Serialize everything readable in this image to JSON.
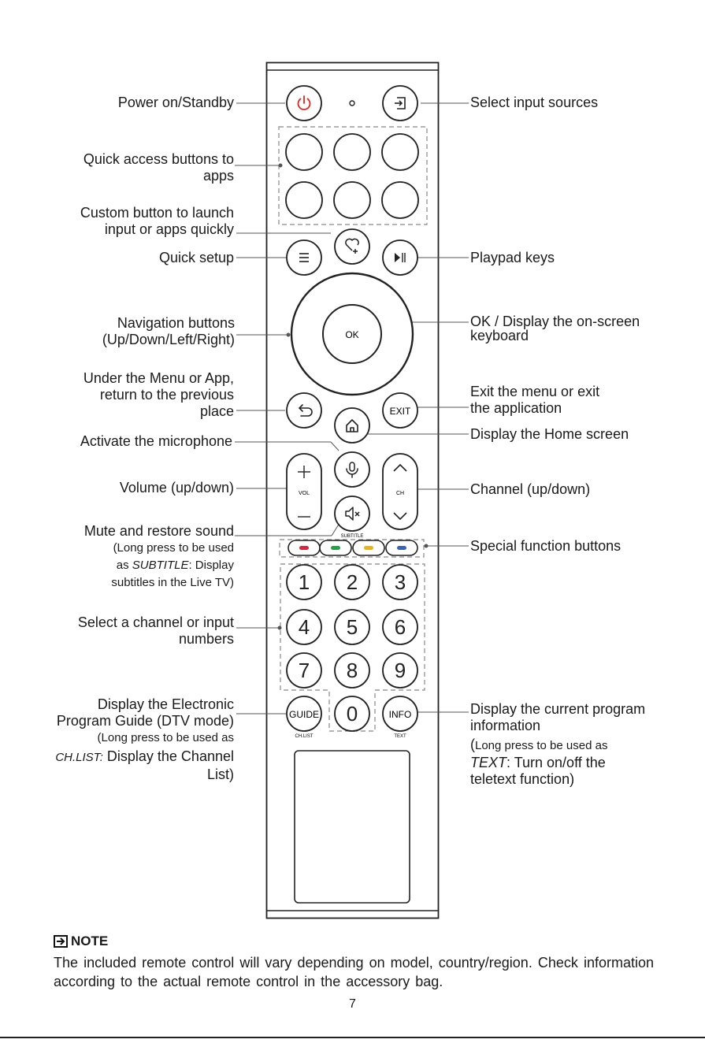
{
  "labels_left": {
    "power": "Power on/Standby",
    "quick_access_1": "Quick access buttons to",
    "quick_access_2": "apps",
    "custom_1": "Custom button to launch",
    "custom_2": "input or apps quickly",
    "quick_setup": "Quick setup",
    "navigation_1": "Navigation buttons",
    "navigation_2": "(Up/Down/Left/Right)",
    "back_1": "Under the Menu or App,",
    "back_2": "return to the previous",
    "back_3": "place",
    "microphone": "Activate the microphone",
    "volume": "Volume (up/down)",
    "mute_1": "Mute and restore sound",
    "mute_2": "(Long press to be used",
    "mute_3a": "as ",
    "mute_3b": "SUBTITLE",
    "mute_3c": ": Display",
    "mute_4": "subtitles in the Live TV)",
    "numbers_1": "Select a channel or input",
    "numbers_2": "numbers",
    "guide_1": "Display the Electronic",
    "guide_2": "Program Guide (DTV mode)",
    "guide_3": "(Long press to be used as",
    "guide_4a": "CH.LIST:",
    "guide_4b": " Display the Channel",
    "guide_5": "List)"
  },
  "labels_right": {
    "input": "Select input sources",
    "playpad": "Playpad keys",
    "ok_1": "OK / Display the on-screen",
    "ok_2": "keyboard",
    "exit_1": "Exit the menu or exit",
    "exit_2": "the application",
    "home": "Display the Home screen",
    "channel": "Channel (up/down)",
    "special": "Special function buttons",
    "info_1": "Display the current program",
    "info_2": "information",
    "info_3a": "(",
    "info_3b": "Long press to be used as",
    "info_4a": "TEXT",
    "info_4b": ": Turn on/off the",
    "info_5": "teletext function)"
  },
  "remote": {
    "ok_label": "OK",
    "exit_label": "EXIT",
    "vol_label": "VOL",
    "ch_label": "CH",
    "subtitle_label": "SUBTITLE",
    "guide_label": "GUIDE",
    "chlist_label": "CH.LIST",
    "info_label": "INFO",
    "text_label": "TEXT",
    "digits": [
      "1",
      "2",
      "3",
      "4",
      "5",
      "6",
      "7",
      "8",
      "9",
      "0"
    ],
    "color_keys": [
      "#d9263a",
      "#27a046",
      "#e9b31c",
      "#3b63b5"
    ],
    "power_color": "#e2231a"
  },
  "note": {
    "title": "NOTE",
    "body": "The included remote control will vary depending on model, country/region. Check information according to the actual remote control in the accessory bag."
  },
  "page_number": "7"
}
